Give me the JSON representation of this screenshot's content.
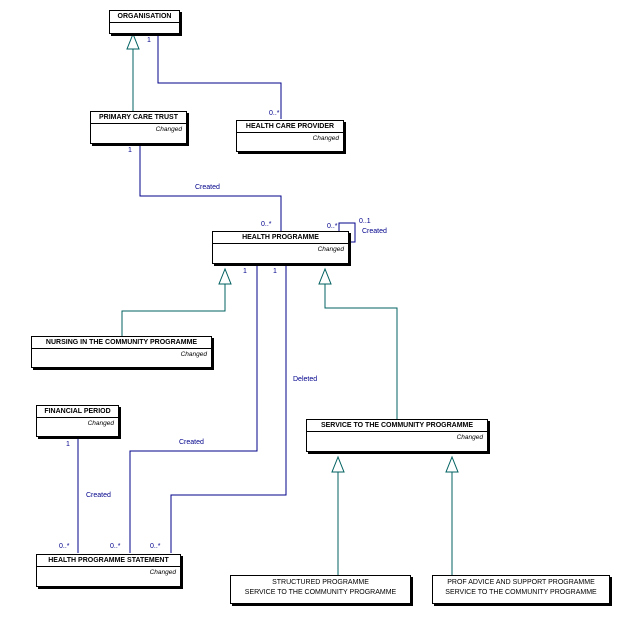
{
  "boxes": {
    "organisation": {
      "title": "ORGANISATION",
      "note": ""
    },
    "primary_care_trust": {
      "title": "PRIMARY CARE TRUST",
      "note": "Changed"
    },
    "health_care_provider": {
      "title": "HEALTH CARE PROVIDER",
      "note": "Changed"
    },
    "health_programme": {
      "title": "HEALTH PROGRAMME",
      "note": "Changed"
    },
    "nursing_programme": {
      "title": "NURSING IN THE COMMUNITY PROGRAMME",
      "note": "Changed"
    },
    "financial_period": {
      "title": "FINANCIAL PERIOD",
      "note": "Changed"
    },
    "service_programme": {
      "title": "SERVICE TO THE COMMUNITY PROGRAMME",
      "note": "Changed"
    },
    "hp_statement": {
      "title": "HEALTH PROGRAMME STATEMENT",
      "note": "Changed"
    },
    "structured_programme": {
      "line1": "STRUCTURED PROGRAMME",
      "line2": "SERVICE TO THE COMMUNITY PROGRAMME"
    },
    "prof_advice": {
      "line1": "PROF ADVICE AND SUPPORT PROGRAMME",
      "line2": "SERVICE TO THE COMMUNITY PROGRAMME"
    }
  },
  "labels": {
    "org_hcp_one": "1",
    "org_hcp_many": "0..*",
    "pct_one": "1",
    "pct_hp_created": "Created",
    "pct_hp_many": "0..*",
    "self_many": "0..*",
    "self_opt": "0..1",
    "self_created": "Created",
    "hp_one_a": "1",
    "hp_one_b": "1",
    "deleted": "Deleted",
    "hp_stmt_created": "Created",
    "fp_one": "1",
    "fp_created": "Created",
    "stmt_many_a": "0..*",
    "stmt_many_b": "0..*",
    "stmt_many_c": "0..*"
  }
}
